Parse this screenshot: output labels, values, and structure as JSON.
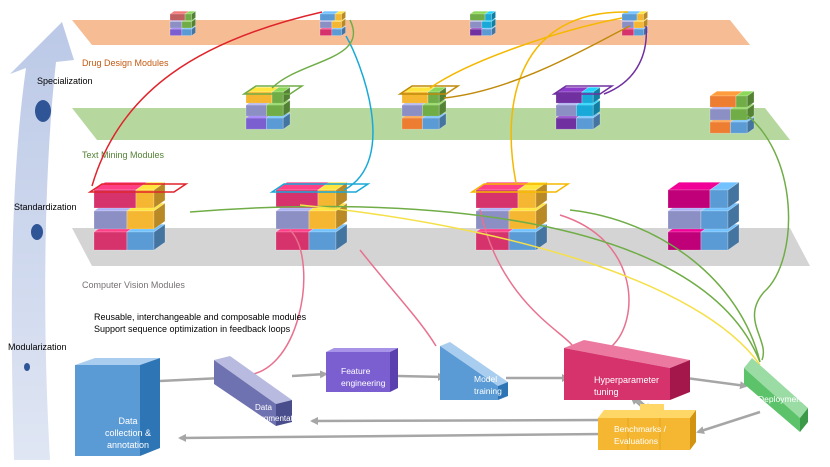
{
  "axis": {
    "levels": [
      {
        "id": "specialization",
        "label": "Specialization"
      },
      {
        "id": "standardization",
        "label": "Standardization"
      },
      {
        "id": "modularization",
        "label": "Modularization"
      }
    ]
  },
  "layers": [
    {
      "id": "drug-design",
      "label": "Drug Design Modules",
      "color": "#f4b183",
      "label_color": "#c55a11"
    },
    {
      "id": "text-mining",
      "label": "Text Mining Modules",
      "color": "#a9d18e",
      "label_color": "#548235"
    },
    {
      "id": "computer-vision",
      "label": "Computer Vision Modules",
      "color": "#d0d0d0",
      "label_color": "#767171"
    }
  ],
  "notes": [
    "Reusable, interchangeable and composable modules",
    "Support sequence optimization in feedback loops"
  ],
  "pipeline": {
    "stages": [
      {
        "id": "data-collection",
        "lines": [
          "Data",
          "collection &",
          "annotation"
        ],
        "color": "#5b9bd5"
      },
      {
        "id": "data-augmentation",
        "lines": [
          "Data",
          "augmentation"
        ],
        "color": "#8c8fc4"
      },
      {
        "id": "feature-engineering",
        "lines": [
          "Feature",
          "engineering"
        ],
        "color": "#7b5fd1"
      },
      {
        "id": "model-training",
        "lines": [
          "Model",
          "training"
        ],
        "color": "#5b9bd5"
      },
      {
        "id": "hyperparameter-tuning",
        "lines": [
          "Hyperparameter",
          "tuning"
        ],
        "color": "#d6336c"
      },
      {
        "id": "deployment",
        "lines": [
          "Deployment"
        ],
        "color": "#5cc36b"
      },
      {
        "id": "benchmarks",
        "lines": [
          "Benchmarks /",
          "Evaluations"
        ],
        "color": "#f5b731"
      }
    ]
  },
  "colors": {
    "arrow": "#a6a6a6",
    "axis_arrow": "#c9d2ea",
    "dot": "#2f5597"
  }
}
